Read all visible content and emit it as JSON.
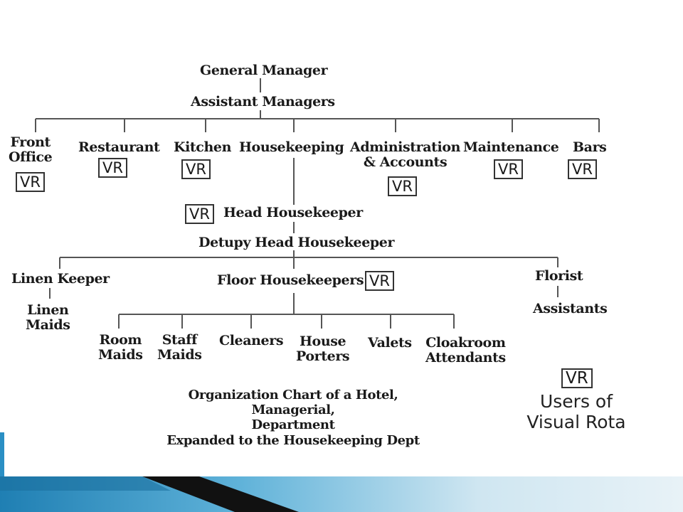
{
  "top": {
    "general_manager": "General Manager",
    "assistant_managers": "Assistant Managers"
  },
  "departments": {
    "front_office": "Front\nOffice",
    "restaurant": "Restaurant",
    "kitchen": "Kitchen",
    "housekeeping": "Housekeeping",
    "administration": "Administration\n& Accounts",
    "maintenance": "Maintenance",
    "bars": "Bars"
  },
  "vr_tag": "VR",
  "housekeeping_dept": {
    "head_housekeeper": "Head Housekeeper",
    "deputy_head_housekeeper": "Detupy Head Housekeeper",
    "linen_keeper": "Linen Keeper",
    "linen_maids": "Linen\nMaids",
    "floor_housekeepers": "Floor Housekeepers",
    "florist": "Florist",
    "assistants": "Assistants"
  },
  "floor_staff": {
    "room_maids": "Room\nMaids",
    "staff_maids": "Staff\nMaids",
    "cleaners": "Cleaners",
    "house_porters": "House\nPorters",
    "valets": "Valets",
    "cloakroom_attendants": "Cloakroom\nAttendants"
  },
  "caption": "Organization Chart of a Hotel,\nManagerial,\nDepartment\nExpanded to the Housekeeping Dept",
  "legend": {
    "tag": "VR",
    "text": "Users of\nVisual Rota"
  },
  "colors": {
    "line": "#555555",
    "text": "#1a1a1a",
    "accent_blue": "#2a8fc4",
    "accent_dark": "#111111"
  }
}
